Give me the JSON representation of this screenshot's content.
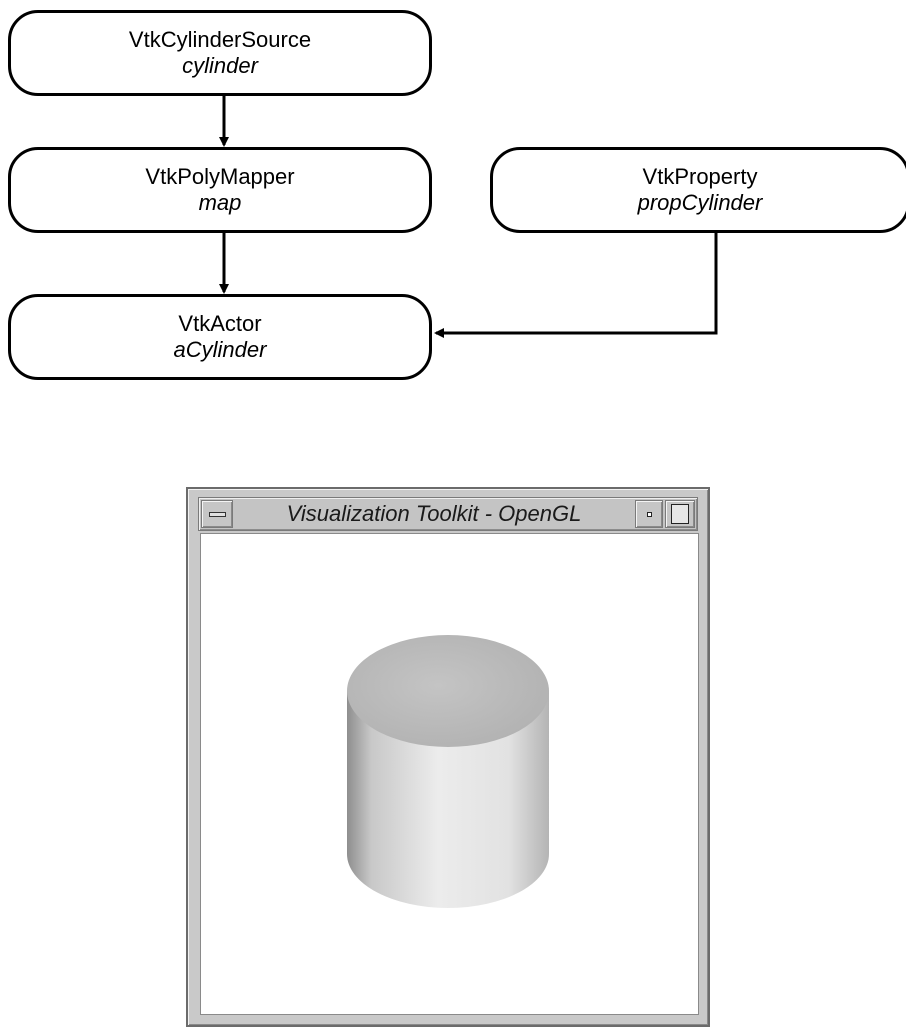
{
  "diagram": {
    "nodes": {
      "source": {
        "class_name": "VtkCylinderSource",
        "instance": "cylinder"
      },
      "mapper": {
        "class_name": "VtkPolyMapper",
        "instance": "map"
      },
      "actor": {
        "class_name": "VtkActor",
        "instance": "aCylinder"
      },
      "property": {
        "class_name": "VtkProperty",
        "instance": "propCylinder"
      }
    },
    "edges": [
      {
        "from": "source",
        "to": "mapper"
      },
      {
        "from": "mapper",
        "to": "actor"
      },
      {
        "from": "property",
        "to": "actor"
      }
    ]
  },
  "render_window": {
    "title": "Visualization Toolkit - OpenGL",
    "menu_icon": "window-menu-icon",
    "minimize_icon": "minimize-icon",
    "maximize_icon": "maximize-icon",
    "colors": {
      "frame": "#c9c9c9",
      "background": "#ffffff",
      "cylinder_top": "#b9b9b9",
      "cylinder_side_light": "#ececec",
      "cylinder_side_dark": "#8e8e8e"
    }
  }
}
